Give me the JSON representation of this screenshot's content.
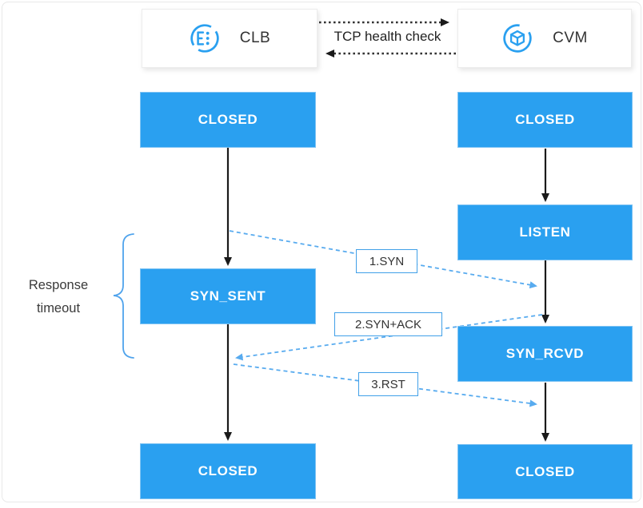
{
  "colors": {
    "state_fill": "#2AA0F0",
    "arrow_blue": "#58ABEF",
    "brace_blue": "#4FA3EC",
    "label_border": "#41A0E8",
    "timeline_black": "#1a1a1a",
    "health_check_arrow": "#333333"
  },
  "header": {
    "clb_label": "CLB",
    "cvm_label": "CVM",
    "clb_icon": "clb-load-balancer-icon",
    "cvm_icon": "cvm-server-icon",
    "link_label": "TCP health check"
  },
  "side_note": "Response timeout",
  "clb_states": [
    "CLOSED",
    "SYN_SENT",
    "CLOSED"
  ],
  "cvm_states": [
    "CLOSED",
    "LISTEN",
    "SYN_RCVD",
    "CLOSED"
  ],
  "messages": [
    "1.SYN",
    "2.SYN+ACK",
    "3.RST"
  ]
}
